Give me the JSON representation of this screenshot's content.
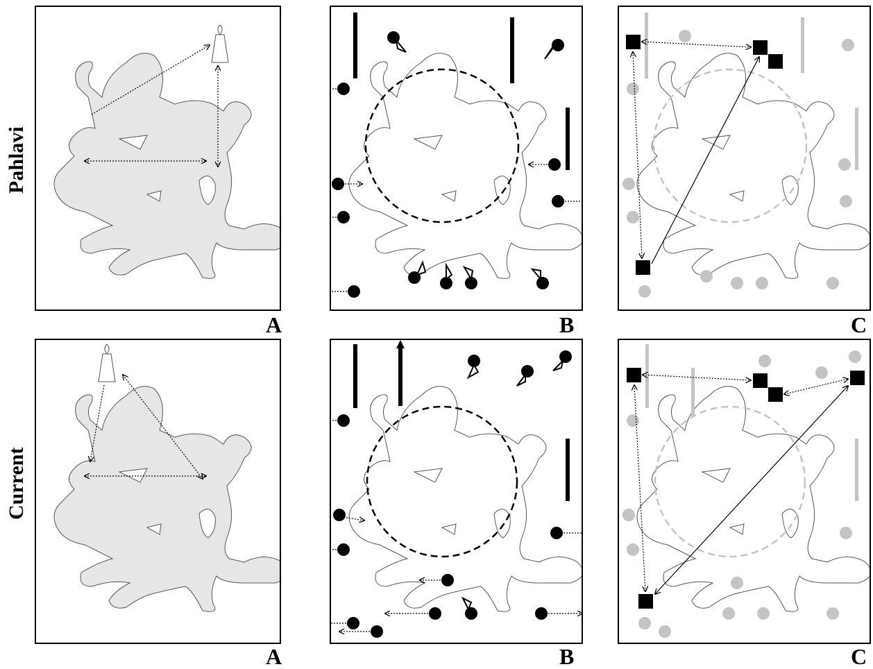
{
  "rows": [
    {
      "label": "Pahlavi",
      "panel_labels": [
        "A",
        "B",
        "C"
      ]
    },
    {
      "label": "Current",
      "panel_labels": [
        "A",
        "B",
        "C"
      ]
    }
  ],
  "colors": {
    "silhouette_fill": "#e6e6e6",
    "outline": "#555555",
    "marker_black": "#000000",
    "marker_gray": "#c4c4c4",
    "circle_dashed_black": "#000000",
    "circle_dashed_gray": "#c4c4c4"
  },
  "icons": {
    "figure": "composite-deity-warrior-silhouette",
    "small_figure": "small-standing-figure",
    "circle_marker": "filled-circle",
    "square_marker": "filled-square",
    "vertical_bar": "vertical-bar",
    "arrow_cone": "arrowhead-cone"
  }
}
